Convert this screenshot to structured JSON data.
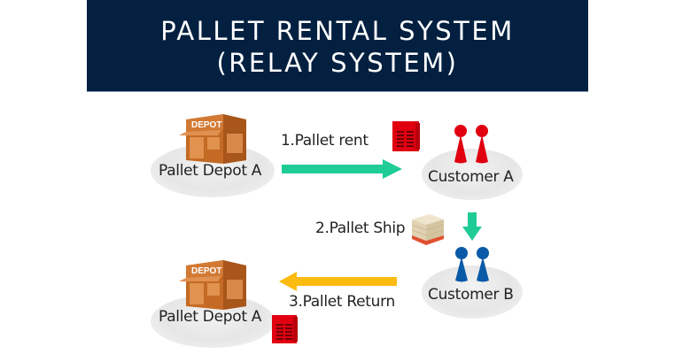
{
  "banner": {
    "title_line1": "PALLET RENTAL SYSTEM",
    "title_line2": "(RELAY SYSTEM)",
    "background_color": "#032040"
  },
  "nodes": {
    "depot_top": {
      "label": "Pallet Depot A",
      "sign": "DEPOT",
      "icon": "depot-building-icon"
    },
    "customer_a": {
      "label": "Customer A",
      "icon": "people-red-icon",
      "color": "#e00010"
    },
    "customer_b": {
      "label": "Customer B",
      "icon": "people-blue-icon",
      "color": "#0a5aa8"
    },
    "depot_bottom": {
      "label": "Pallet Depot A",
      "sign": "DEPOT",
      "icon": "depot-building-icon"
    }
  },
  "steps": [
    {
      "label": "1.Pallet rent",
      "direction": "right",
      "color": "#1fcc96",
      "icon": "red-pallet-icon"
    },
    {
      "label": "2.Pallet Ship",
      "direction": "down",
      "color": "#1fcc96",
      "icon": "loaded-pallet-icon"
    },
    {
      "label": "3.Pallet Return",
      "direction": "left",
      "color": "#fbbb10",
      "icon": "red-pallet-icon"
    }
  ]
}
